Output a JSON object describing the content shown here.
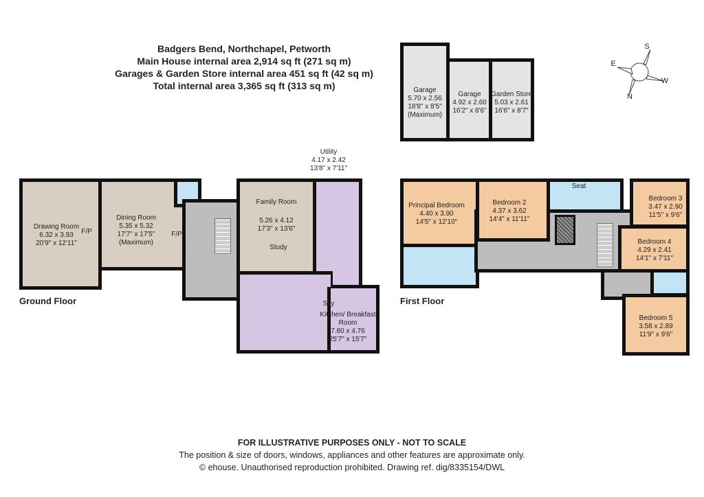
{
  "header": {
    "property": "Badgers Bend, Northchapel, Petworth",
    "main_house": "Main House internal area 2,914 sq ft (271 sq m)",
    "garages": "Garages & Garden Store internal area 451 sq ft (42 sq m)",
    "total": "Total internal area 3,365 sq ft (313 sq m)"
  },
  "compass": {
    "s": "S",
    "e": "E",
    "w": "W",
    "n": "N"
  },
  "ground_floor": {
    "label": "Ground Floor",
    "rooms": [
      {
        "name": "Drawing Room",
        "metric": "6.32 x 3.93",
        "imperial": "20'9\" x 12'11\""
      },
      {
        "name": "Dining Room",
        "metric": "5.35 x 5.32",
        "imperial": "17'7\" x 17'5\"",
        "note": "(Maximum)"
      },
      {
        "name": "Family Room",
        "metric": "5.26 x 4.12",
        "imperial": "17'3\" x 13'6\""
      },
      {
        "name": "Study"
      },
      {
        "name": "Utility",
        "metric": "4.17 x 2.42",
        "imperial": "13'8\" x 7'11\""
      },
      {
        "name": "Kitchen/ Breakfast Room",
        "metric": "7.80 x 4.76",
        "imperial": "25'7\" x 15'7\""
      }
    ],
    "fp": "F/P",
    "sky": "Sky"
  },
  "garages": [
    {
      "name": "Garage",
      "metric": "5.70 x 2.56",
      "imperial": "18'8\" x 8'5\"",
      "note": "(Maximum)"
    },
    {
      "name": "Garage",
      "metric": "4.92 x 2.60",
      "imperial": "16'2\" x 8'6\""
    },
    {
      "name": "Garden Store",
      "metric": "5.03 x 2.61",
      "imperial": "16'6\" x 8'7\""
    }
  ],
  "first_floor": {
    "label": "First Floor",
    "seat": "Seat",
    "rooms": [
      {
        "name": "Principal Bedroom",
        "metric": "4.40 x 3.90",
        "imperial": "14'5\" x 12'10\""
      },
      {
        "name": "Bedroom 2",
        "metric": "4.37 x 3.62",
        "imperial": "14'4\" x 11'11\""
      },
      {
        "name": "Bedroom 3",
        "metric": "3.47 x 2.90",
        "imperial": "11'5\" x 9'6\""
      },
      {
        "name": "Bedroom 4",
        "metric": "4.29 x 2.41",
        "imperial": "14'1\" x 7'11\""
      },
      {
        "name": "Bedroom 5",
        "metric": "3.58 x 2.89",
        "imperial": "11'9\" x 9'6\""
      }
    ]
  },
  "footer": {
    "line1": "FOR ILLUSTRATIVE PURPOSES ONLY - NOT TO SCALE",
    "line2": "The position & size of doors, windows, appliances and other features are approximate only.",
    "line3": "© ehouse. Unauthorised reproduction prohibited. Drawing ref. dig/8335154/DWL"
  }
}
